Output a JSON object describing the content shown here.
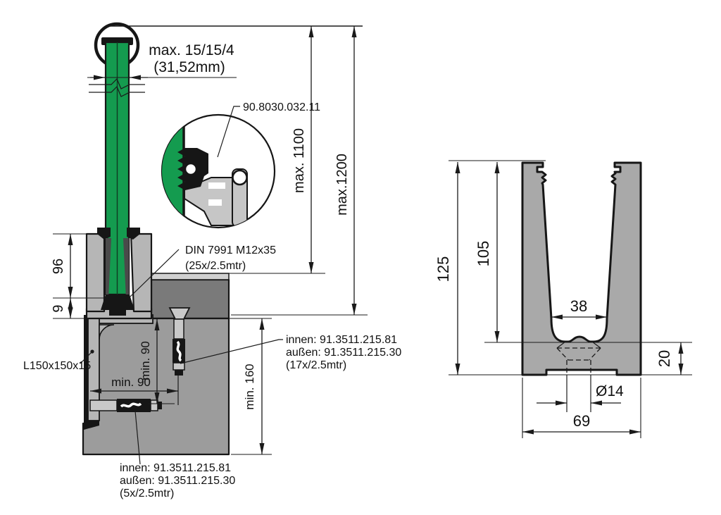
{
  "colors": {
    "glass_green": "#149b4f",
    "line_dark": "#1a1a1a",
    "profile_left": "#b6b6b6",
    "profile_right": "#a9a9a9",
    "slab_gray": "#9c9c9c",
    "block_dark": "#7a7a7a",
    "strip_light": "#d0d0d0",
    "anchor_gray": "#c9c9c9",
    "clamp_gray": "#c6c6c6",
    "black_part": "#161616",
    "white": "#ffffff"
  },
  "left_view": {
    "glass_size_line1": "max. 15/15/4",
    "glass_size_line2": "(31,52mm)",
    "detail_part_number": "90.8030.032.11",
    "dim_height_glass": "max. 1100",
    "dim_height_total": "max.1200",
    "dim_profile_depth": "96",
    "dim_base": "9",
    "screw_label_line1": "DIN 7991 M12x35",
    "screw_label_line2": "(25x/2.5mtr)",
    "angle_label": "L150x150x15",
    "dim_anchor_vert": "min. 90",
    "dim_anchor_horiz": "min. 90",
    "dim_slab": "min. 160",
    "anchor_side_label": {
      "line1": "innen: 91.3511.215.81",
      "line2": "außen: 91.3511.215.30",
      "line3": "(17x/2.5mtr)"
    },
    "anchor_bottom_label": {
      "line1": "innen: 91.3511.215.81",
      "line2": "außen: 91.3511.215.30",
      "line3": "(5x/2.5mtr)"
    }
  },
  "right_view": {
    "dim_height_total": "125",
    "dim_height_channel": "105",
    "dim_channel_width": "38",
    "dim_base_height": "20",
    "dim_hole": "Ø14",
    "dim_width_total": "69"
  }
}
